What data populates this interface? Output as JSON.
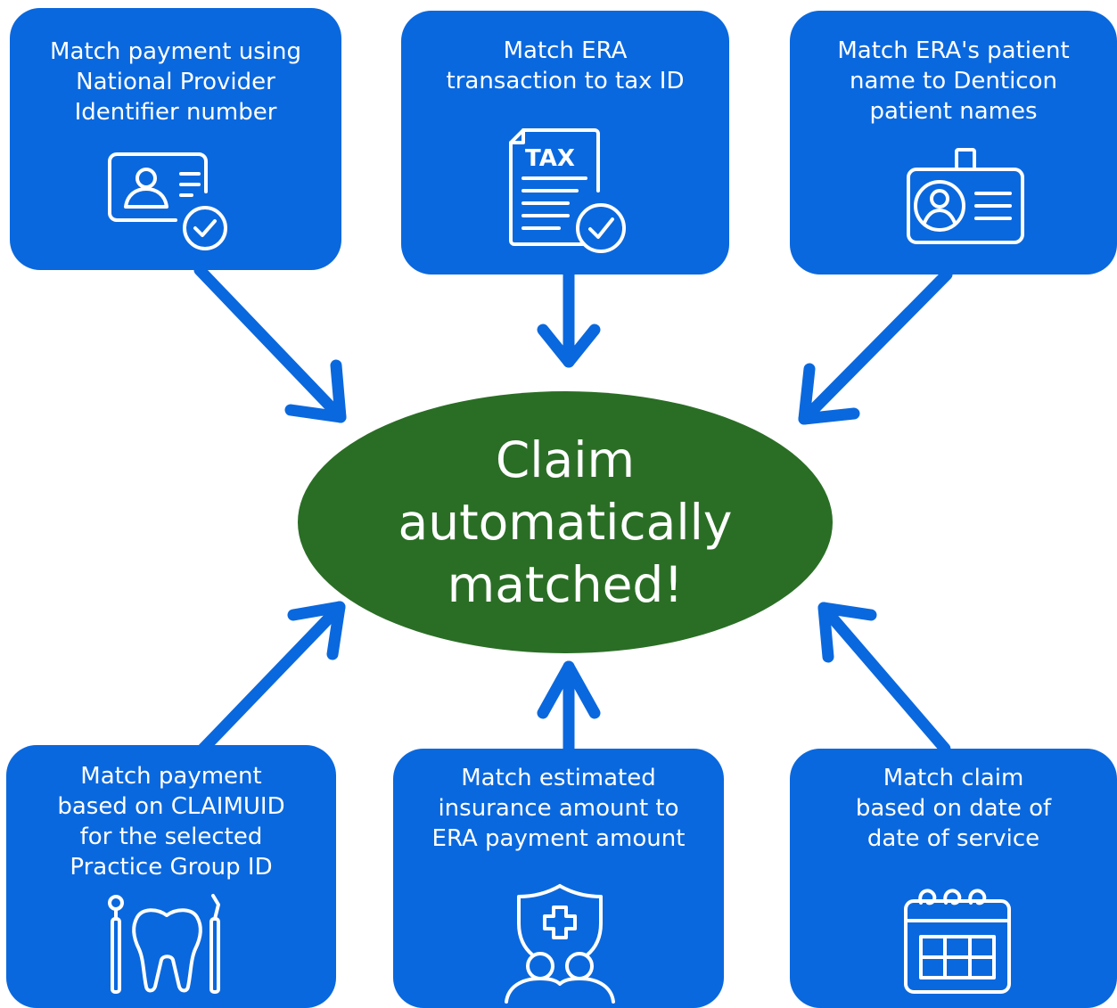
{
  "center": {
    "label": "Claim\nautomatically\nmatched!",
    "color": "#2a6e25"
  },
  "accent_color": "#0a68de",
  "steps": [
    {
      "label": "Match payment using\nNational Provider\nIdentifier number",
      "icon": "id-card-check-icon"
    },
    {
      "label": "Match ERA\ntransaction to tax ID",
      "icon": "tax-document-check-icon",
      "icon_text": "TAX"
    },
    {
      "label": "Match ERA's patient\nname to Denticon\npatient names",
      "icon": "badge-id-icon"
    },
    {
      "label": "Match payment\nbased on CLAIMUID\nfor the selected\nPractice Group ID",
      "icon": "tooth-dental-tools-icon"
    },
    {
      "label": "Match estimated\ninsurance amount to\nERA payment amount",
      "icon": "insurance-shield-people-icon"
    },
    {
      "label": "Match claim\nbased on date of\ndate of service",
      "icon": "calendar-icon"
    }
  ]
}
